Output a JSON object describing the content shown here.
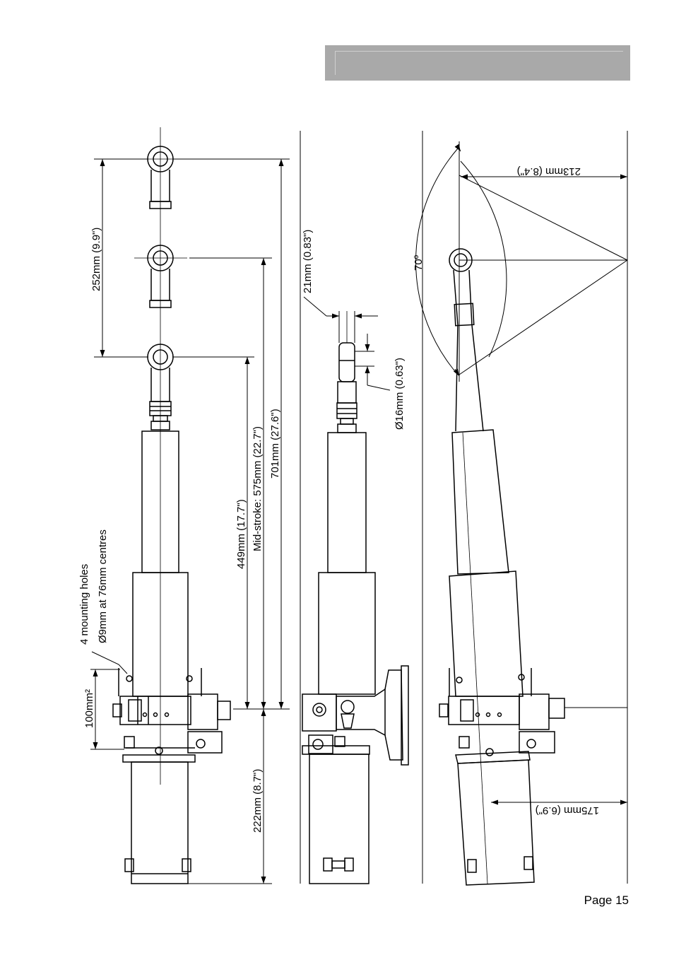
{
  "header": {
    "band_color": "#a9a9a9"
  },
  "dimensions": {
    "d252": "252mm (9.9\")",
    "d449": "449mm (17.7\")",
    "d575": "Mid-stroke: 575mm (22.7\")",
    "d701": "701mm (27.6\")",
    "d222": "222mm (8.7\")",
    "d100": "100mm²",
    "d21": "21mm (0.83\")",
    "d16": "Ø16mm (0.63\")",
    "angle": "70º",
    "d213": "213mm (8.4\")",
    "d175": "175mm (6.9\")"
  },
  "notes": {
    "mounting_line1": "4 mounting holes",
    "mounting_line2": "Ø9mm at 76mm centres"
  },
  "footer": {
    "page": "Page 15"
  }
}
